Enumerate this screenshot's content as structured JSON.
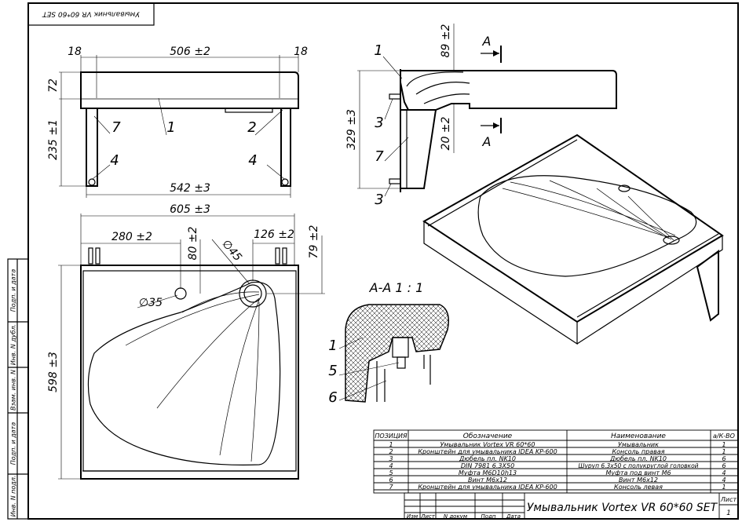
{
  "corner_stamp": "Умывальник VR 60*60 SET",
  "side_stamps": [
    "Подп. и дата",
    "Инв. N дубл.",
    "Взам. инв. N",
    "Подп. и дата",
    "Инв. N подл."
  ],
  "front_view": {
    "dims": [
      "18",
      "506 ±2",
      "18",
      "72",
      "235 ±1",
      "542 ±3"
    ],
    "callouts": [
      "7",
      "1",
      "2",
      "4",
      "4"
    ]
  },
  "side_view": {
    "dims": [
      "89 ±2",
      "329 ±3",
      "20 ±2"
    ],
    "callouts": [
      "1",
      "3",
      "7",
      "3"
    ],
    "section_marks": [
      "A",
      "A"
    ]
  },
  "top_view": {
    "dims": [
      "605 ±3",
      "280 ±2",
      "80 ±2",
      "∅45",
      "126 ±2",
      "79 ±2",
      "∅35",
      "598 ±3"
    ]
  },
  "section": {
    "title": "A-A 1 : 1",
    "callouts": [
      "1",
      "5",
      "6"
    ]
  },
  "parts_table": {
    "headers": [
      "ПОЗИЦИЯ",
      "Обозначение",
      "Наименование",
      "а/К-ВО"
    ],
    "rows": [
      [
        "1",
        "Умывальник Vortex VR 60*60",
        "Умывальник",
        "1"
      ],
      [
        "2",
        "Кронштейн для умывальника IDEA KP-600",
        "Консоль правая",
        "1"
      ],
      [
        "3",
        "Дюбель пл. NK10",
        "Дюбель пл. NK10",
        "6"
      ],
      [
        "4",
        "DIN 7981 6.3X50",
        "Шуруп 6.3x50 с полукруглой головкой",
        "6"
      ],
      [
        "5",
        "Муфта M6D10h13",
        "Муфта под винт M6",
        "4"
      ],
      [
        "6",
        "Винт M6x12",
        "Винт M6x12",
        "4"
      ],
      [
        "7",
        "Кронштейн для умывальника IDEA KP-600",
        "Консоль левая",
        "1"
      ]
    ]
  },
  "title_block": {
    "title": "Умывальник Vortex VR 60*60 SET",
    "cols": [
      "Изм",
      "Лист",
      "N докум",
      "Подп",
      "Дата"
    ],
    "sheet_label": "Лист",
    "sheet_no": "1"
  }
}
